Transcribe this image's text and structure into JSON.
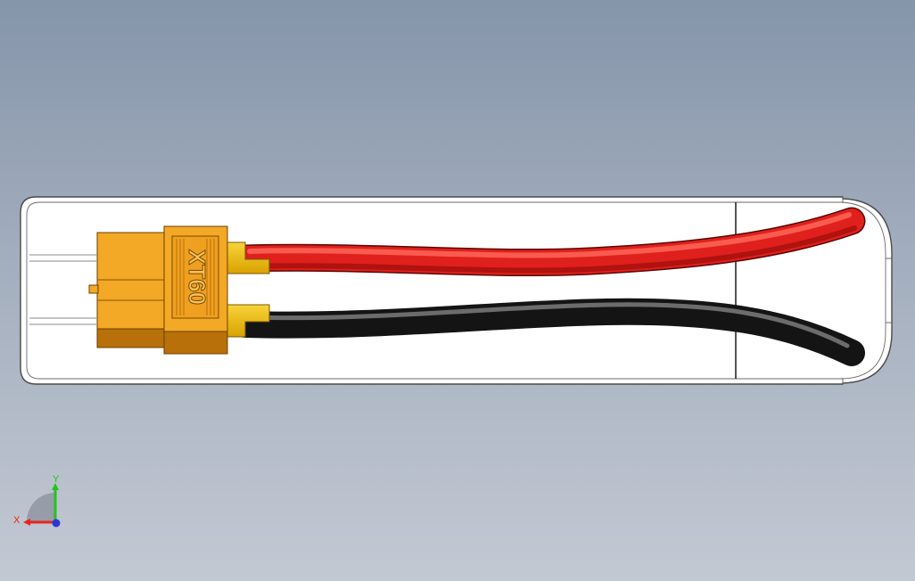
{
  "model": {
    "connector_marking": "XT60",
    "wire_colors": {
      "positive": "#e0201c",
      "negative": "#1e1e1e"
    },
    "housing_color": "#f3a826",
    "housing_shadow": "#b8700a",
    "pin_color": "#f2c00c"
  },
  "triad": {
    "x_label": "X",
    "y_label": "Y",
    "x_color": "#e8231c",
    "y_color": "#25c21e",
    "z_color": "#2a35d6"
  }
}
